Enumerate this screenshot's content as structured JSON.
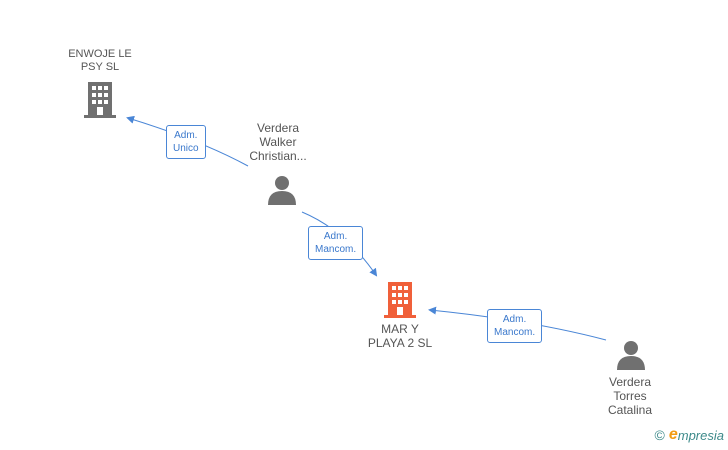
{
  "nodes": {
    "company_top": {
      "label": "ENWOJE LE\nPSY  SL",
      "color": "#707070"
    },
    "person_mid": {
      "label": "Verdera\nWalker\nChristian...",
      "color": "#707070"
    },
    "company_center": {
      "label": "MAR Y\nPLAYA 2 SL",
      "color": "#f0603a"
    },
    "person_bottom": {
      "label": "Verdera\nTorres\nCatalina",
      "color": "#707070"
    }
  },
  "edges": {
    "e1": {
      "label": "Adm.\nUnico"
    },
    "e2": {
      "label": "Adm.\nMancom."
    },
    "e3": {
      "label": "Adm.\nMancom."
    }
  },
  "colors": {
    "edge": "#4a86d6"
  },
  "brand": {
    "copyright": "©",
    "e": "e",
    "name": "mpresia"
  }
}
